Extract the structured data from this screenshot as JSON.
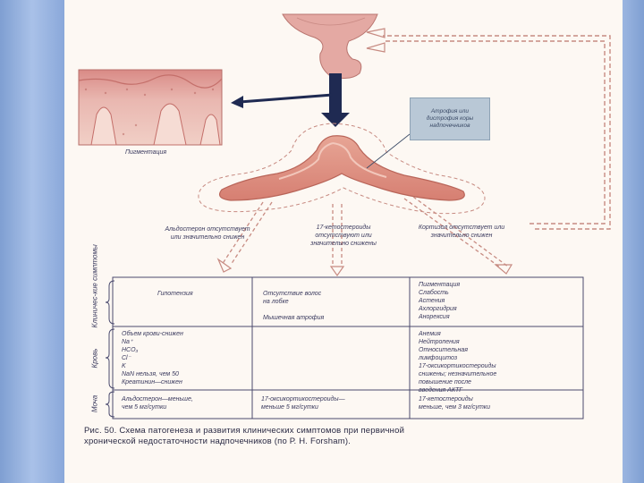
{
  "colors": {
    "background_blue": "#a9c1e8",
    "paper": "#fdf8f3",
    "arrow_dark": "#1f2a52",
    "tissue_pink": "#e6988c",
    "dashed_line": "#c78b82"
  },
  "diagram": {
    "skin_label": "Пигментация",
    "infobox_lines": [
      "Атрофия или",
      "дистрофия коры",
      "надпочечников"
    ],
    "branch_left_lines": [
      "Альдостерон отсутствует",
      "или значительно снижен"
    ],
    "branch_mid_lines": [
      "17-кетостероиды",
      "отсутствуют или",
      "значительно снижены"
    ],
    "branch_right_lines": [
      "Кортизол отсутствует или",
      "значительно снижен"
    ]
  },
  "table": {
    "row_labels": [
      "Клиничес-кие симптомы",
      "Кровь",
      "Моча"
    ],
    "rows": [
      {
        "col1": [
          "Гипотензия"
        ],
        "col2": [
          "Отсутствие волос",
          "на лобке",
          "",
          "Мышечная атрофия"
        ],
        "col3": [
          "Пигментация",
          "Слабость",
          "Астения",
          "Ахлоргидрия",
          "Анорексия"
        ]
      },
      {
        "col1": [
          "Объем крови-снижен",
          "Na⁺",
          "HCO₃",
          "Cl⁻",
          "K",
          "NaN нельзя, чем 50",
          "Креатинин—снижен"
        ],
        "col2": [],
        "col3": [
          "Анемия",
          "Нейтропения",
          "Относительная",
          "лимфоцитоз",
          "17-оксикортикостероиды",
          "снижены; незначительное",
          "повышение после",
          "введения АКТГ"
        ]
      },
      {
        "col1": [
          "Альдостерон—меньше,",
          "чем 5 мг/сутки"
        ],
        "col2": [
          "17-оксикортикостероиды—",
          "меньше 5 мг/сутки"
        ],
        "col3": [
          "17-кетостероиды",
          "меньше, чем 3 мг/сутки"
        ]
      }
    ]
  },
  "caption": {
    "line1": "Рис. 50. Схема патогенеза и развития клинических симптомов при первичной",
    "line2": "хронической недостаточности надпочечников (по Р. Н. Forsham)."
  }
}
